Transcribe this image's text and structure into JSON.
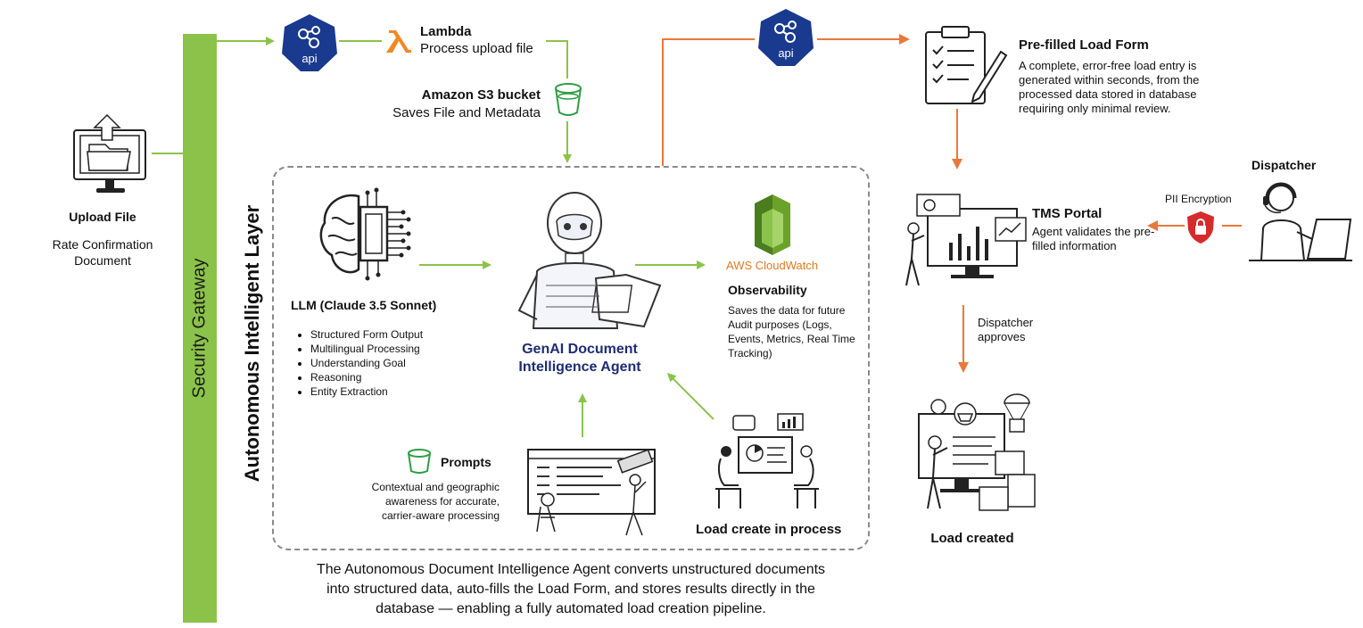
{
  "upload": {
    "title": "Upload File",
    "subtitle": "Rate Confirmation Document"
  },
  "gateway": {
    "label": "Security Gateway"
  },
  "layer": {
    "label": "Autonomous Intelligent Layer"
  },
  "api_badge": "api",
  "lambda": {
    "title": "Lambda",
    "subtitle": "Process upload file"
  },
  "s3": {
    "title": "Amazon S3 bucket",
    "subtitle": "Saves File and Metadata"
  },
  "llm": {
    "title": "LLM (Claude 3.5 Sonnet)",
    "capabilities": [
      "Structured Form Output",
      "Multilingual Processing",
      "Understanding Goal",
      "Reasoning",
      "Entity Extraction"
    ]
  },
  "agent": {
    "title": "GenAI Document Intelligence Agent"
  },
  "cloudwatch": {
    "brand": "AWS CloudWatch",
    "title": "Observability",
    "description": "Saves the data for future Audit purposes (Logs, Events, Metrics, Real Time Tracking)"
  },
  "prompts": {
    "title": "Prompts",
    "description": "Contextual and geographic awareness for accurate, carrier-aware processing"
  },
  "load_process": {
    "title": "Load create in process"
  },
  "prefilled": {
    "title": "Pre-filled Load Form",
    "description": "A complete, error-free load entry is generated within seconds, from the processed data stored in database requiring only minimal review."
  },
  "tms": {
    "title": "TMS Portal",
    "description": "Agent validates the pre-filled information"
  },
  "dispatcher": {
    "title": "Dispatcher"
  },
  "pii": {
    "label": "PII Encryption"
  },
  "approve": {
    "label": "Dispatcher approves"
  },
  "load_created": {
    "title": "Load created"
  },
  "summary": "The Autonomous Document Intelligence Agent converts unstructured documents into structured data, auto-fills the Load Form, and stores results directly in the database — enabling a fully automated load creation pipeline.",
  "colors": {
    "green": "#8bc34a",
    "orange": "#e8793a",
    "api_blue": "#1a3a8f",
    "lambda_orange": "#f08a24",
    "navy_text": "#1f2d73",
    "aws_orange": "#e07b20"
  }
}
